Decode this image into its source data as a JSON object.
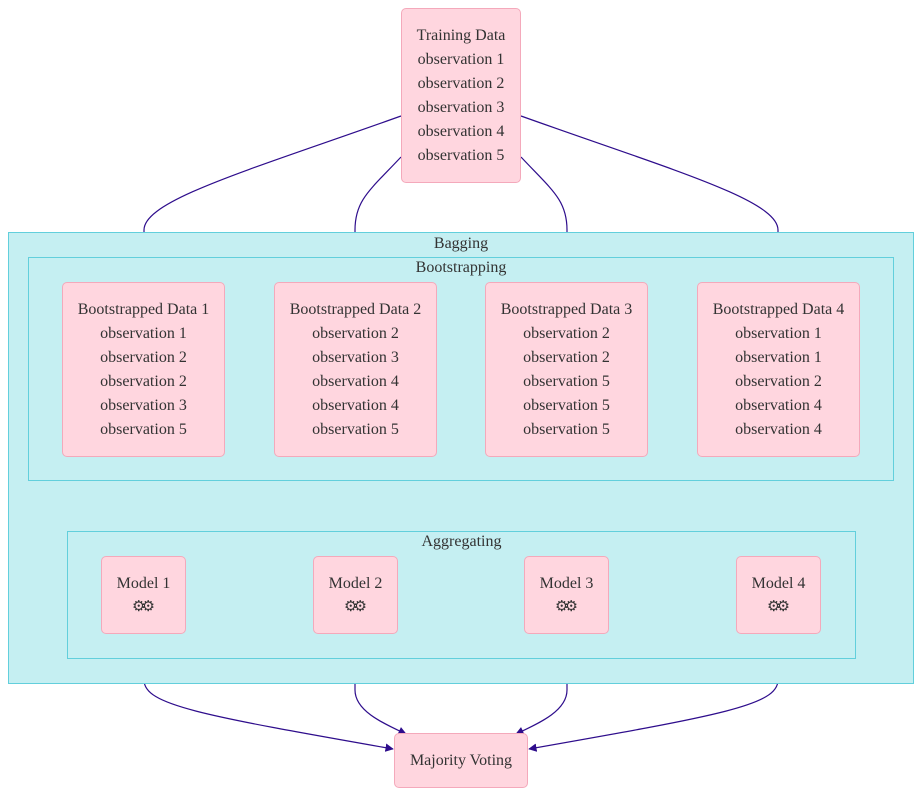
{
  "training": {
    "title": "Training Data",
    "rows": [
      "observation 1",
      "observation 2",
      "observation 3",
      "observation 4",
      "observation 5"
    ]
  },
  "clusters": {
    "bagging": "Bagging",
    "bootstrapping": "Bootstrapping",
    "aggregating": "Aggregating"
  },
  "bootstrapped": [
    {
      "title": "Bootstrapped Data 1",
      "rows": [
        "observation 1",
        "observation 2",
        "observation 2",
        "observation 3",
        "observation 5"
      ]
    },
    {
      "title": "Bootstrapped Data 2",
      "rows": [
        "observation 2",
        "observation 3",
        "observation 4",
        "observation 4",
        "observation 5"
      ]
    },
    {
      "title": "Bootstrapped Data 3",
      "rows": [
        "observation 2",
        "observation 2",
        "observation 5",
        "observation 5",
        "observation 5"
      ]
    },
    {
      "title": "Bootstrapped Data 4",
      "rows": [
        "observation 1",
        "observation 1",
        "observation 2",
        "observation 4",
        "observation 4"
      ]
    }
  ],
  "models": [
    {
      "label": "Model 1",
      "icon": "gears-icon"
    },
    {
      "label": "Model 2",
      "icon": "gears-icon"
    },
    {
      "label": "Model 3",
      "icon": "gears-icon"
    },
    {
      "label": "Model 4",
      "icon": "gears-icon"
    }
  ],
  "voting": {
    "label": "Majority Voting"
  },
  "colors": {
    "node_fill": "#ffd6df",
    "node_border": "#f4a9bb",
    "cluster_fill": "#c5eff2",
    "cluster_border": "#62cfdc",
    "edge": "#2e0d8c"
  }
}
